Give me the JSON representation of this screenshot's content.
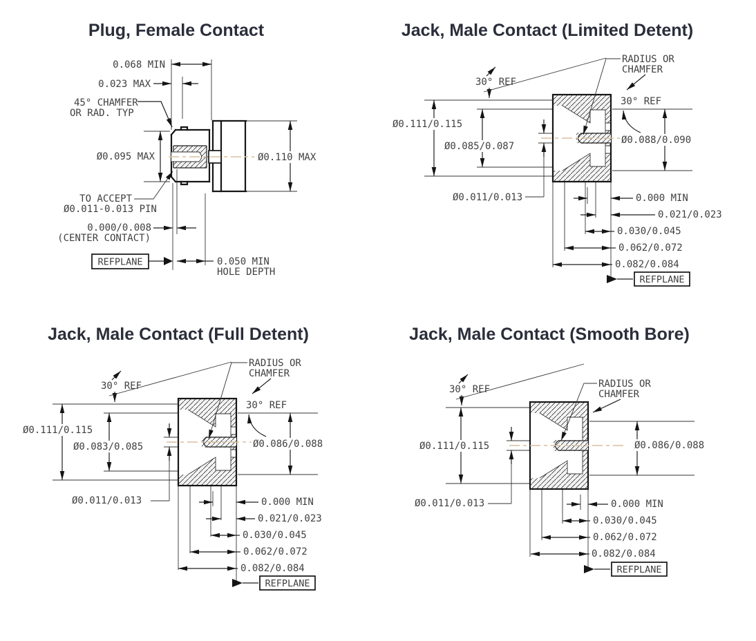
{
  "colors": {
    "background": "#ffffff",
    "drawing_line": "#161616",
    "dimension_text": "#3f3f3f",
    "title_text": "#2b2e3a",
    "centerline": "#d8bf9e"
  },
  "p1": {
    "title": "Plug, Female Contact",
    "dim_068": "0.068 MIN",
    "dim_023": "0.023 MAX",
    "chamfer_1": "45° CHAMFER",
    "chamfer_2": "OR RAD. TYP",
    "dia_095": "Ø0.095 MAX",
    "dia_110": "Ø0.110 MAX",
    "accept_1": "TO ACCEPT",
    "accept_2": "Ø0.011-0.013 PIN",
    "center_1": "0.000/0.008",
    "center_2": "(CENTER CONTACT)",
    "refplane": "REFPLANE",
    "hole_1": "0.050 MIN",
    "hole_2": "HOLE DEPTH"
  },
  "p2": {
    "title": "Jack, Male Contact (Limited Detent)",
    "radius_1": "RADIUS OR",
    "radius_2": "CHAMFER",
    "ref30_left": "30° REF",
    "ref30_right": "30° REF",
    "dia_outer": "Ø0.111/0.115",
    "dia_bore": "Ø0.085/0.087",
    "dia_right": "Ø0.088/0.090",
    "dia_pin": "Ø0.011/0.013",
    "dim_000": "0.000 MIN",
    "dim_021": "0.021/0.023",
    "dim_030": "0.030/0.045",
    "dim_062": "0.062/0.072",
    "dim_082": "0.082/0.084",
    "refplane": "REFPLANE"
  },
  "p3": {
    "title": "Jack, Male Contact (Full Detent)",
    "radius_1": "RADIUS OR",
    "radius_2": "CHAMFER",
    "ref30_left": "30° REF",
    "ref30_right": "30° REF",
    "dia_outer": "Ø0.111/0.115",
    "dia_bore": "Ø0.083/0.085",
    "dia_right": "Ø0.086/0.088",
    "dia_pin": "Ø0.011/0.013",
    "dim_000": "0.000 MIN",
    "dim_021": "0.021/0.023",
    "dim_030": "0.030/0.045",
    "dim_062": "0.062/0.072",
    "dim_082": "0.082/0.084",
    "refplane": "REFPLANE"
  },
  "p4": {
    "title": "Jack, Male Contact (Smooth Bore)",
    "radius_1": "RADIUS OR",
    "radius_2": "CHAMFER",
    "ref30": "30° REF",
    "dia_outer": "Ø0.111/0.115",
    "dia_right": "Ø0.086/0.088",
    "dia_pin": "Ø0.011/0.013",
    "dim_000": "0.000 MIN",
    "dim_030": "0.030/0.045",
    "dim_062": "0.062/0.072",
    "dim_082": "0.082/0.084",
    "refplane": "REFPLANE"
  }
}
